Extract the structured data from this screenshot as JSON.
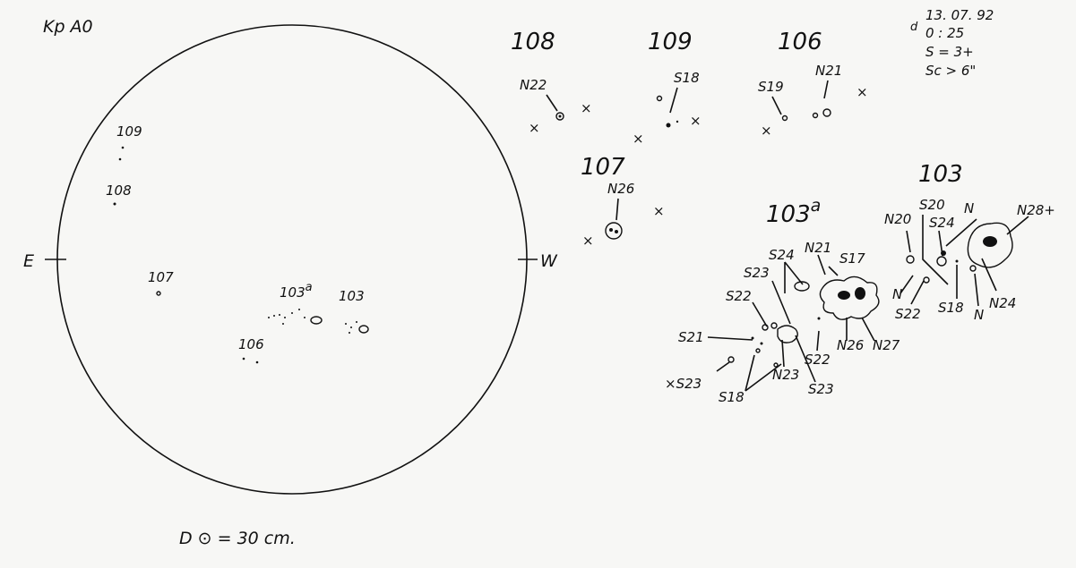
{
  "header": {
    "title": "Kp A0"
  },
  "observation": {
    "date": "13. 07. 92",
    "day_mark": "d",
    "time": "0 : 25",
    "seeing": "S = 3+",
    "scale": "Sc > 6\""
  },
  "disk": {
    "east_label": "E",
    "west_label": "W",
    "groups": [
      "109",
      "108",
      "107",
      "103a",
      "103",
      "106"
    ],
    "footer": "D ⊙ = 30 cm."
  },
  "details": {
    "g108": {
      "number": "108",
      "labels": [
        "N22"
      ]
    },
    "g109": {
      "number": "109",
      "labels": [
        "S18"
      ]
    },
    "g106": {
      "number": "106",
      "labels": [
        "S19",
        "N21"
      ]
    },
    "g107": {
      "number": "107",
      "labels": [
        "N26"
      ]
    },
    "g103a": {
      "number": "103",
      "sup": "a",
      "labels": [
        "S24",
        "N21",
        "S17",
        "S23",
        "S22",
        "S21",
        "S22",
        "N26",
        "N27",
        "×S23",
        "S18",
        "N23",
        "S23"
      ]
    },
    "g103": {
      "number": "103",
      "labels": [
        "S20",
        "N20",
        "S24",
        "N",
        "N28+",
        "N",
        "S22",
        "S18",
        "N",
        "N24"
      ]
    }
  }
}
